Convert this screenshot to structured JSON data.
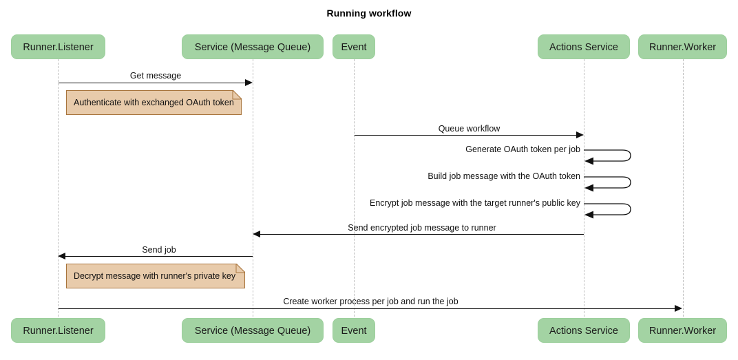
{
  "diagram": {
    "title": "Running workflow",
    "type": "sequence-diagram",
    "colors": {
      "participant_fill": "#a3d3a3",
      "participant_border": "#9ccf9c",
      "note_fill": "#e8cbab",
      "note_border": "#a8743c",
      "line": "#111111",
      "lifeline": "#bdbdbd",
      "background": "#ffffff"
    }
  },
  "participants": [
    {
      "id": "runner-listener",
      "label": "Runner.Listener"
    },
    {
      "id": "service-message-queue",
      "label": "Service (Message Queue)"
    },
    {
      "id": "event",
      "label": "Event"
    },
    {
      "id": "actions-service",
      "label": "Actions Service"
    },
    {
      "id": "runner-worker",
      "label": "Runner.Worker"
    }
  ],
  "messages": [
    {
      "id": "get-message",
      "label": "Get message",
      "from": "runner-listener",
      "to": "service-message-queue",
      "direction": "right"
    },
    {
      "id": "queue-workflow",
      "label": "Queue workflow",
      "from": "event",
      "to": "actions-service",
      "direction": "right"
    },
    {
      "id": "generate-oauth-token-per-job",
      "label": "Generate OAuth token per job",
      "from": "actions-service",
      "to": "actions-service",
      "direction": "self"
    },
    {
      "id": "build-job-message-with-the-oauth-token",
      "label": "Build job message with the OAuth token",
      "from": "actions-service",
      "to": "actions-service",
      "direction": "self"
    },
    {
      "id": "encrypt-job-message-with-the-target-runners-public-key",
      "label": "Encrypt job message with the target runner's public key",
      "from": "actions-service",
      "to": "actions-service",
      "direction": "self"
    },
    {
      "id": "send-encrypted-job-message-to-runner",
      "label": "Send encrypted job message to runner",
      "from": "actions-service",
      "to": "service-message-queue",
      "direction": "left"
    },
    {
      "id": "send-job",
      "label": "Send job",
      "from": "service-message-queue",
      "to": "runner-listener",
      "direction": "left"
    },
    {
      "id": "create-worker-process-per-job-and-run-the-job",
      "label": "Create worker process per job and run the job",
      "from": "runner-listener",
      "to": "runner-worker",
      "direction": "right"
    }
  ],
  "notes": [
    {
      "id": "authenticate-note",
      "label": "Authenticate with exchanged OAuth token"
    },
    {
      "id": "decrypt-note",
      "label": "Decrypt message with runner's private key"
    }
  ]
}
